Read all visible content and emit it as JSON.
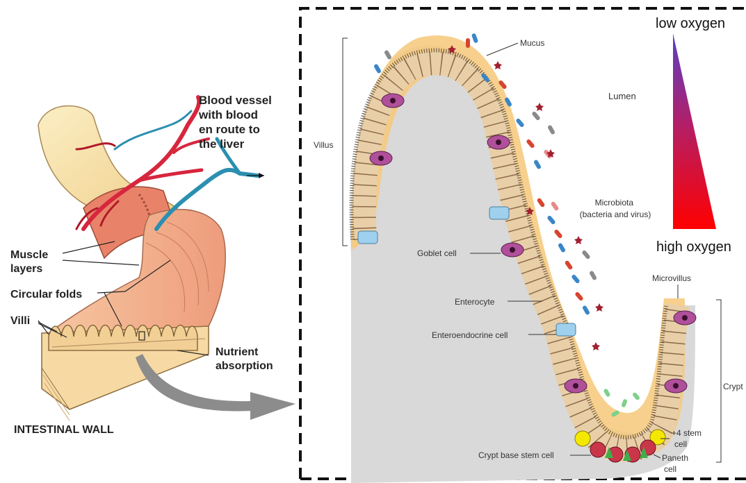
{
  "left_panel": {
    "blood_vessel_lines": [
      "Blood vessel",
      "with blood",
      "en route to",
      "the liver"
    ],
    "muscle_layers_lines": [
      "Muscle",
      "layers"
    ],
    "circular_folds": "Circular folds",
    "villi": "Villi",
    "nutrient_absorption_lines": [
      "Nutrient",
      "absorption"
    ],
    "intestinal_wall": "INTESTINAL WALL"
  },
  "right_panel": {
    "mucus": "Mucus",
    "lumen": "Lumen",
    "villus": "Villus",
    "microbiota_lines": [
      "Microbiota",
      "(bacteria and virus)"
    ],
    "goblet_cell": "Goblet cell",
    "enterocyte": "Enterocyte",
    "enteroendocrine_cell": "Enteroendocrine cell",
    "microvillus": "Microvillus",
    "crypt": "Crypt",
    "stem4_lines": [
      "+4 stem",
      "cell"
    ],
    "paneth_lines": [
      "Paneth",
      "cell"
    ],
    "crypt_base_stem_cell": "Crypt base stem cell"
  },
  "oxygen_gradient": {
    "top_label": "low oxygen",
    "bottom_label": "high oxygen",
    "colors": {
      "low": "#6a3fc0",
      "high": "#ff0000"
    }
  },
  "colors": {
    "mucus": "#f6c87a",
    "tissue": "#d9d9d9",
    "enterocyte": "#f2dcc0",
    "goblet": "#b0509a",
    "enteroendocrine": "#9fd0ee",
    "stem": "#f5e800",
    "paneth": "#c9364a",
    "muscle": "#e48a6a",
    "blood_red": "#d7263d",
    "blood_blue": "#2b8fb0"
  }
}
